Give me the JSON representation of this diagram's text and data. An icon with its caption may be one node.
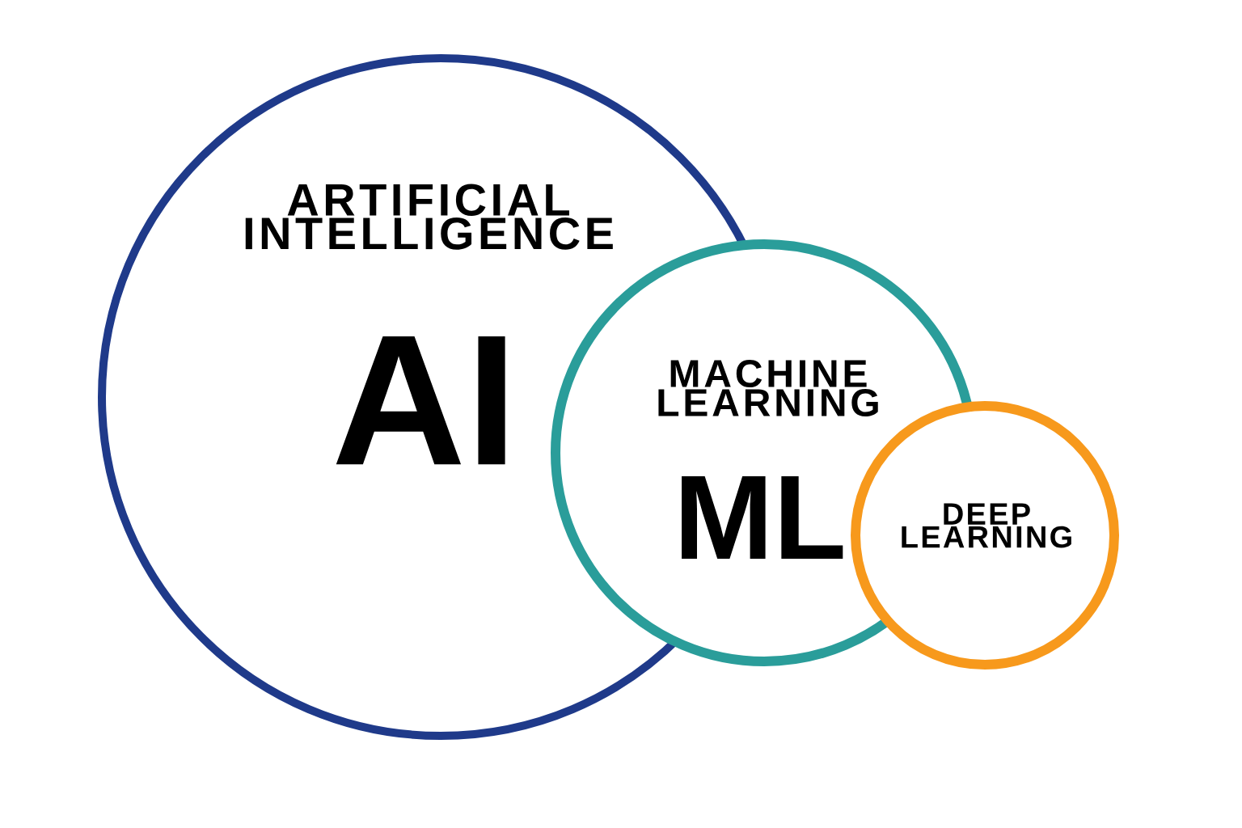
{
  "diagram": {
    "nodes": [
      {
        "text": [
          "ARTIFICIAL INTELLIGENCE",
          "AI"
        ]
      },
      {
        "text": [
          "MACHINE LEARNING",
          "ML"
        ]
      },
      {
        "text": [
          "DEEP LEARNING"
        ]
      }
    ]
  }
}
